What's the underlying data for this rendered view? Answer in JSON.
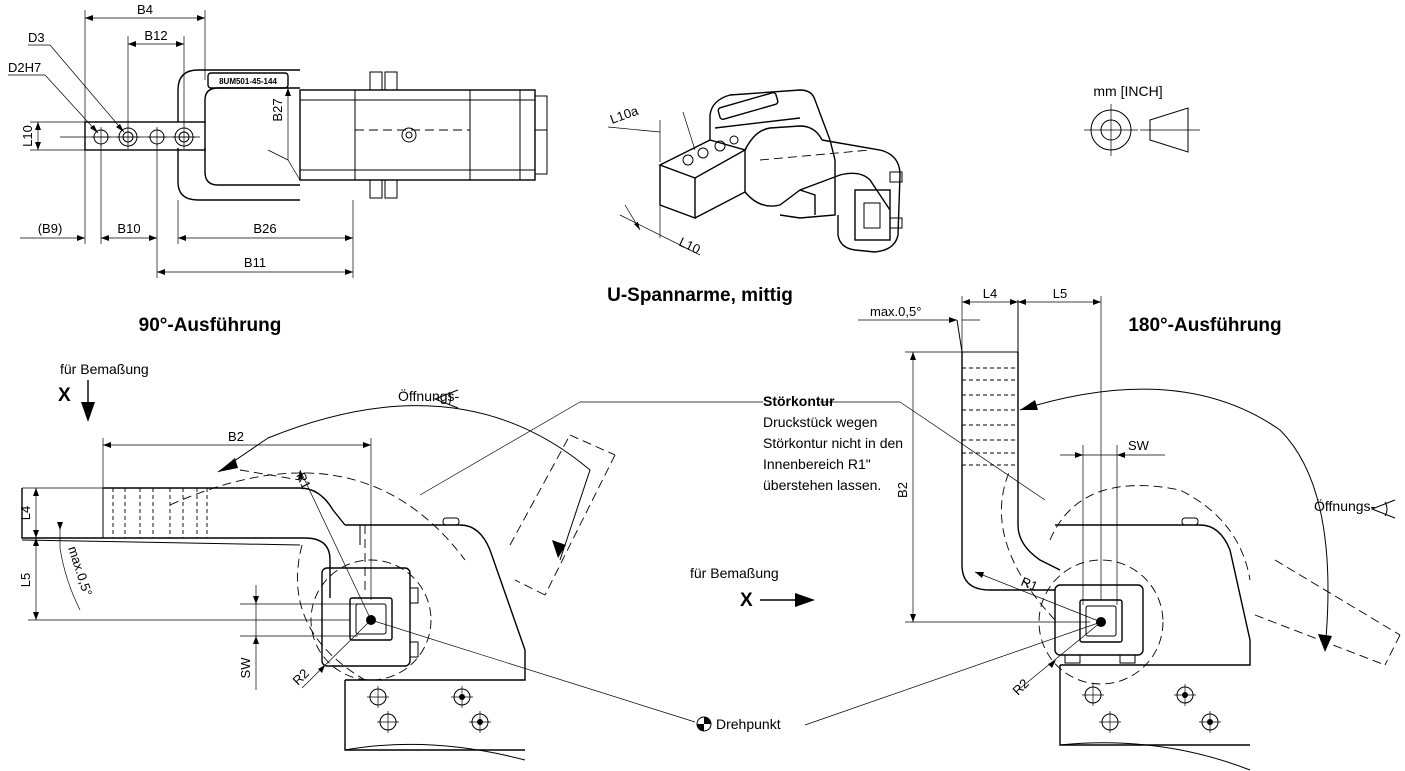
{
  "units": {
    "label": "mm [INCH]"
  },
  "titles": {
    "view_90": "90°-Ausführung",
    "view_u": "U-Spannarme, mittig",
    "view_180": "180°-Ausführung"
  },
  "part_number": "8UM501-45-144",
  "top_view_dims": {
    "b4": "B4",
    "b12": "B12",
    "d3": "D3",
    "d2h7": "D2H7",
    "l10": "L10",
    "b27": "B27",
    "b9": "(B9)",
    "b10": "B10",
    "b26": "B26",
    "b11": "B11"
  },
  "iso_view_dims": {
    "l10a": "L10a",
    "l10": "L10"
  },
  "view_90": {
    "fuer_bemassung": "für Bemaßung",
    "x_label": "X",
    "oeffnungs": "Öffnungs-",
    "b2": "B2",
    "r1": "R1",
    "l4": "L4",
    "l5": "L5",
    "max_angle": "max.0,5°",
    "sw": "SW",
    "r2": "R2"
  },
  "stoerkontur": {
    "heading": "Störkontur",
    "line1": "Druckstück wegen",
    "line2": "Störkontur nicht in den",
    "line3": "Innenbereich R1\"",
    "line4": "überstehen lassen."
  },
  "view_180": {
    "fuer_bemassung": "für Bemaßung",
    "x_label": "X",
    "oeffnungs": "Öffnungs-",
    "l4": "L4",
    "l5": "L5",
    "max_angle": "max.0,5°",
    "b2": "B2",
    "sw": "SW",
    "r1": "R1",
    "r2": "R2"
  },
  "drehpunkt": "Drehpunkt"
}
